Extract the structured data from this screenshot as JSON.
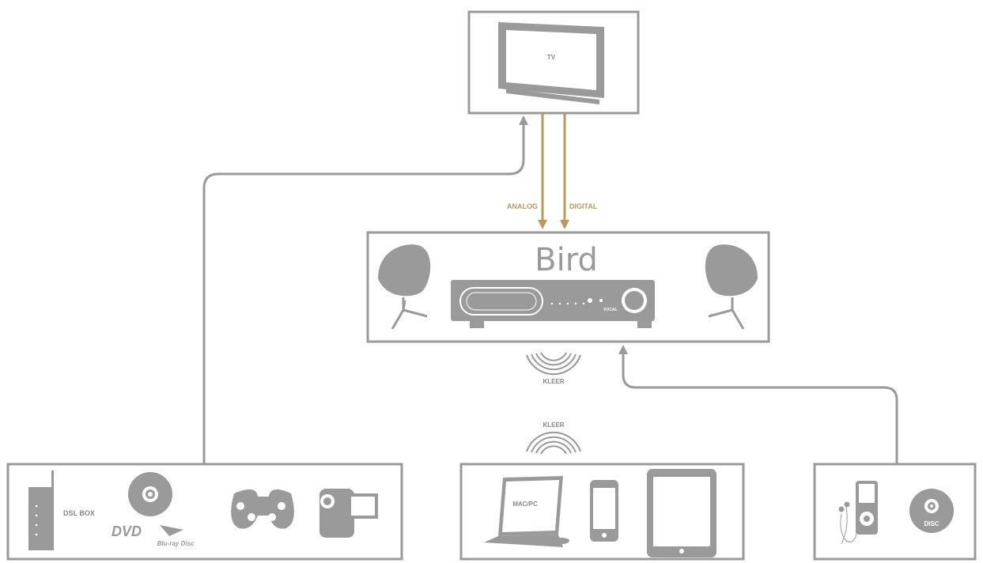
{
  "colors": {
    "device": "#999999",
    "line": "#9a9a9a",
    "audio": "#b89a5e",
    "label_gray": "#888888",
    "background": "#ffffff"
  },
  "tv": {
    "label": "TV"
  },
  "cables": {
    "analog": "ANALOG",
    "digital": "DIGITAL"
  },
  "system": {
    "brand": "Bird",
    "maker": "FOCAL"
  },
  "wireless": {
    "out_label": "KLEER",
    "in_label": "KLEER"
  },
  "sources_left": {
    "dsl_label": "DSL BOX",
    "dvd_logo": "DVD",
    "bluray_logo": "Blu-ray Disc"
  },
  "sources_middle": {
    "computer_label": "MAC/PC"
  },
  "sources_right": {
    "cd_label": "DISC"
  }
}
